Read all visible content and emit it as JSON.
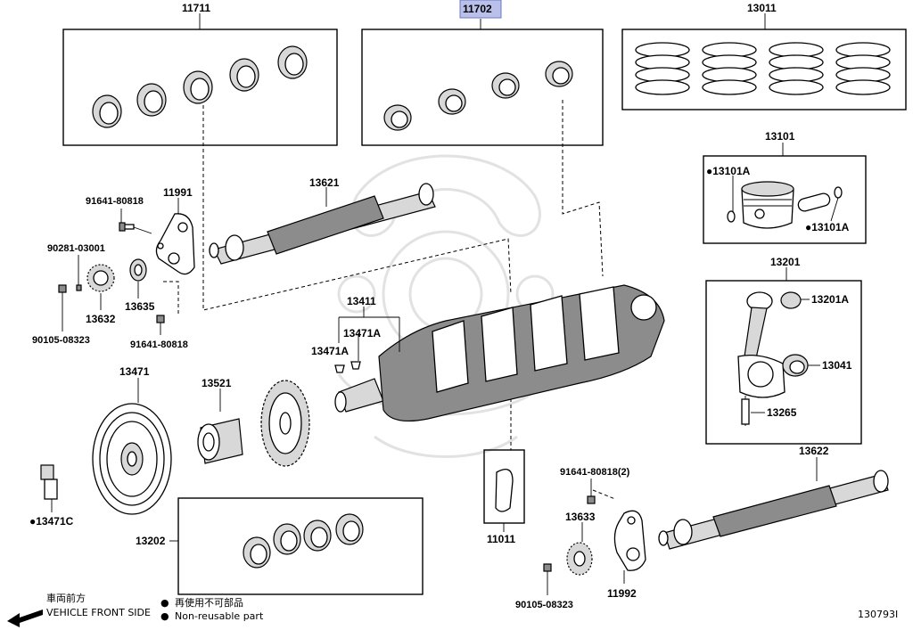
{
  "part_numbers": {
    "p11711": "11711",
    "p11702": "11702",
    "p13011": "13011",
    "p13101": "13101",
    "p13101A_top": "13101A",
    "p13101A_bottom": "13101A",
    "p13621": "13621",
    "p91641_top": "91641-80818",
    "p11991": "11991",
    "p90281": "90281-03001",
    "p13635": "13635",
    "p13632": "13632",
    "p90105_left": "90105-08323",
    "p91641_bottom": "91641-80818",
    "p13411": "13411",
    "p13471A_a": "13471A",
    "p13471A_b": "13471A",
    "p13201": "13201",
    "p13201A": "13201A",
    "p13041": "13041",
    "p13265": "13265",
    "p13471": "13471",
    "p13521": "13521",
    "p13471C": "13471C",
    "p13202": "13202",
    "p11011": "11011",
    "p91641_right": "91641-80818(2)",
    "p13633": "13633",
    "p90105_right": "90105-08323",
    "p11992": "11992",
    "p13622": "13622"
  },
  "legend": {
    "direction_jp": "車両前方",
    "direction_en": "VEHICLE FRONT SIDE",
    "nonreusable_jp": "再使用不可部品",
    "nonreusable_en": "Non-reusable part",
    "bullet": "●"
  },
  "diagram_id": "130793I",
  "colors": {
    "highlight": "#b9c1ea",
    "line": "#000000",
    "watermark": "#e2e2e2"
  }
}
